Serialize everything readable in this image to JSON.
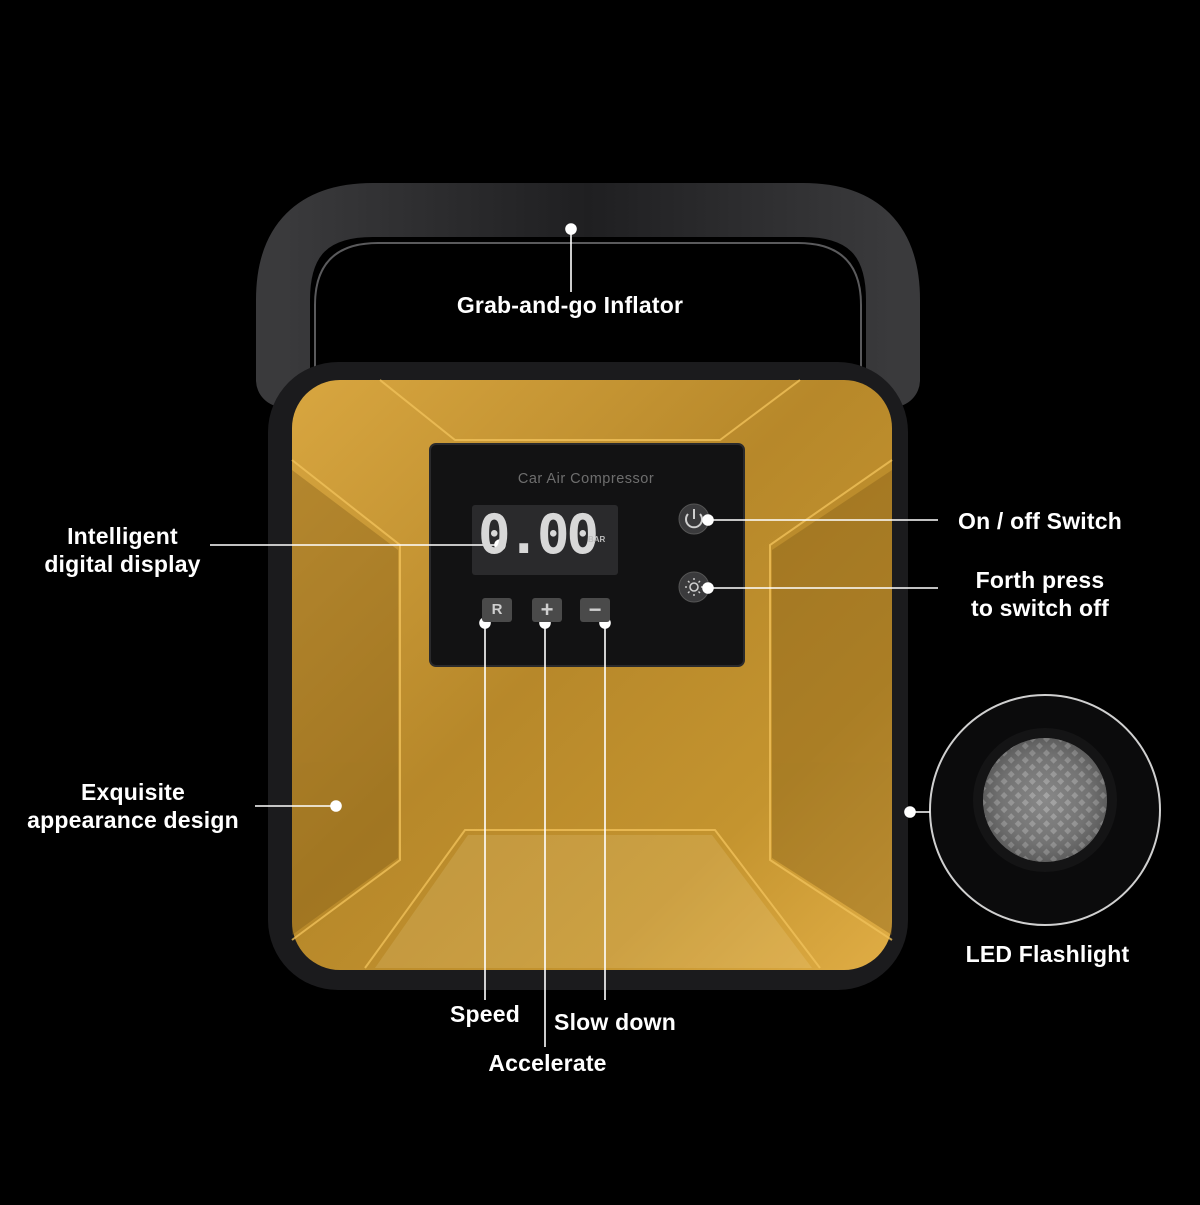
{
  "device": {
    "screen_title": "Car Air Compressor",
    "display_value": "0.00",
    "display_unit": "BAR",
    "keys": [
      "R",
      "+",
      "−"
    ]
  },
  "callouts": {
    "grab": "Grab-and-go Inflator",
    "display": [
      "Intelligent",
      "digital display"
    ],
    "onoff": "On / off Switch",
    "forth": [
      "Forth press",
      "to switch off"
    ],
    "design": [
      "Exquisite",
      "appearance design"
    ],
    "led": "LED Flashlight",
    "speed": "Speed",
    "slow": "Slow down",
    "accelerate": "Accelerate"
  },
  "colors": {
    "background": "#000000",
    "gold": "#c9952f",
    "housing": "#1c1c1e",
    "handle": "#2b2b2d",
    "line": "#ffffff"
  }
}
